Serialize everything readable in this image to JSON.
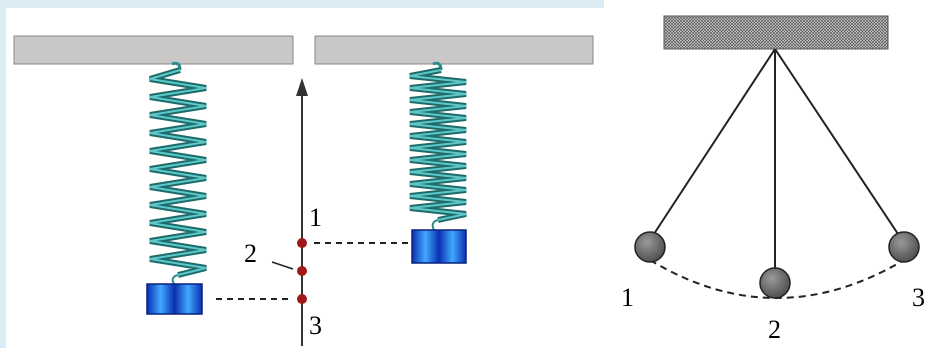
{
  "spring_diagram": {
    "position_labels": [
      "1",
      "2",
      "3"
    ]
  },
  "pendulum_diagram": {
    "position_labels": [
      "1",
      "2",
      "3"
    ]
  },
  "colors": {
    "background": "#dcecf5",
    "ceiling": "#c8c8c8",
    "spring": "#2e8b8b",
    "weight": "#1e64e6",
    "marker": "#a01818",
    "bob": "#808080"
  }
}
